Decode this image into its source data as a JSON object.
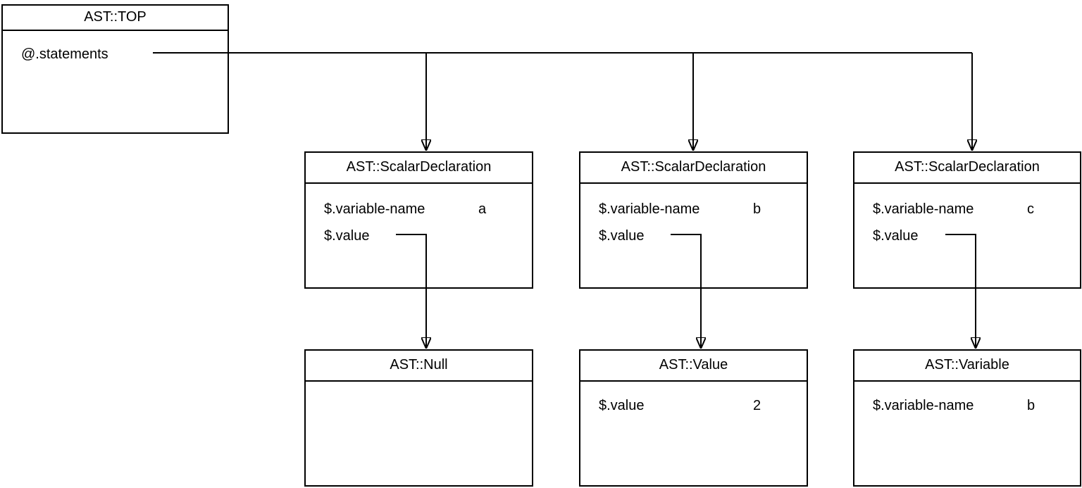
{
  "diagram": {
    "kind": "AST object diagram",
    "colors": {
      "stroke": "#000000",
      "fill": "#ffffff",
      "text": "#000000"
    },
    "nodes": {
      "top": {
        "title": "AST::TOP",
        "fields": [
          {
            "name": "@.statements",
            "value": ""
          }
        ]
      },
      "sd1": {
        "title": "AST::ScalarDeclaration",
        "fields": [
          {
            "name": "$.variable-name",
            "value": "a"
          },
          {
            "name": "$.value",
            "value": ""
          }
        ]
      },
      "sd2": {
        "title": "AST::ScalarDeclaration",
        "fields": [
          {
            "name": "$.variable-name",
            "value": "b"
          },
          {
            "name": "$.value",
            "value": ""
          }
        ]
      },
      "sd3": {
        "title": "AST::ScalarDeclaration",
        "fields": [
          {
            "name": "$.variable-name",
            "value": "c"
          },
          {
            "name": "$.value",
            "value": ""
          }
        ]
      },
      "null1": {
        "title": "AST::Null",
        "fields": []
      },
      "value1": {
        "title": "AST::Value",
        "fields": [
          {
            "name": "$.value",
            "value": "2"
          }
        ]
      },
      "variable1": {
        "title": "AST::Variable",
        "fields": [
          {
            "name": "$.variable-name",
            "value": "b"
          }
        ]
      }
    },
    "edges": [
      {
        "from": "top.@.statements",
        "to": "sd1"
      },
      {
        "from": "top.@.statements",
        "to": "sd2"
      },
      {
        "from": "top.@.statements",
        "to": "sd3"
      },
      {
        "from": "sd1.$.value",
        "to": "null1"
      },
      {
        "from": "sd2.$.value",
        "to": "value1"
      },
      {
        "from": "sd3.$.value",
        "to": "variable1"
      }
    ]
  }
}
